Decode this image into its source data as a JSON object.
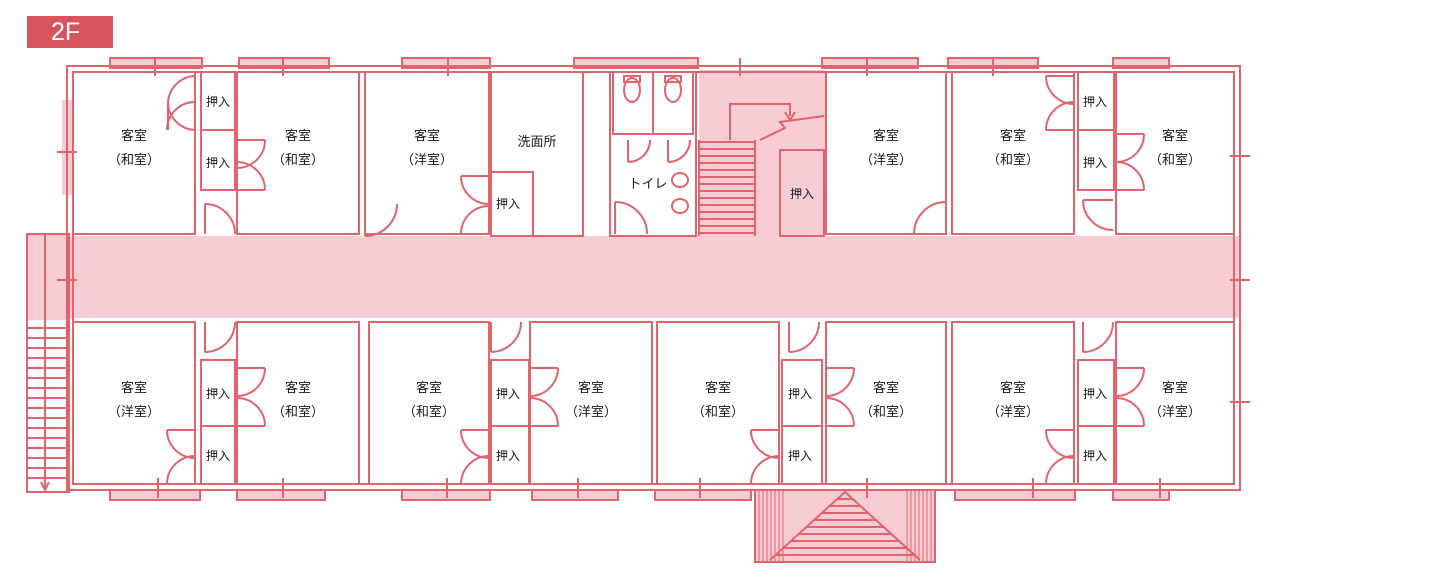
{
  "floor_label": "2F",
  "colors": {
    "wall": "#e2636d",
    "fill": "#f8ccd3",
    "badge": "#d9545c",
    "text": "#1a1a1a"
  },
  "labels": {
    "guest_room": "客室",
    "japanese": "（和室）",
    "western": "（洋室）",
    "closet": "押入",
    "washroom": "洗面所",
    "toilet": "トイレ"
  },
  "rooms_north": [
    "japanese",
    "japanese",
    "western",
    "western",
    "japanese",
    "japanese"
  ],
  "rooms_south": [
    "western",
    "japanese",
    "japanese",
    "western",
    "japanese",
    "japanese",
    "western",
    "western"
  ]
}
